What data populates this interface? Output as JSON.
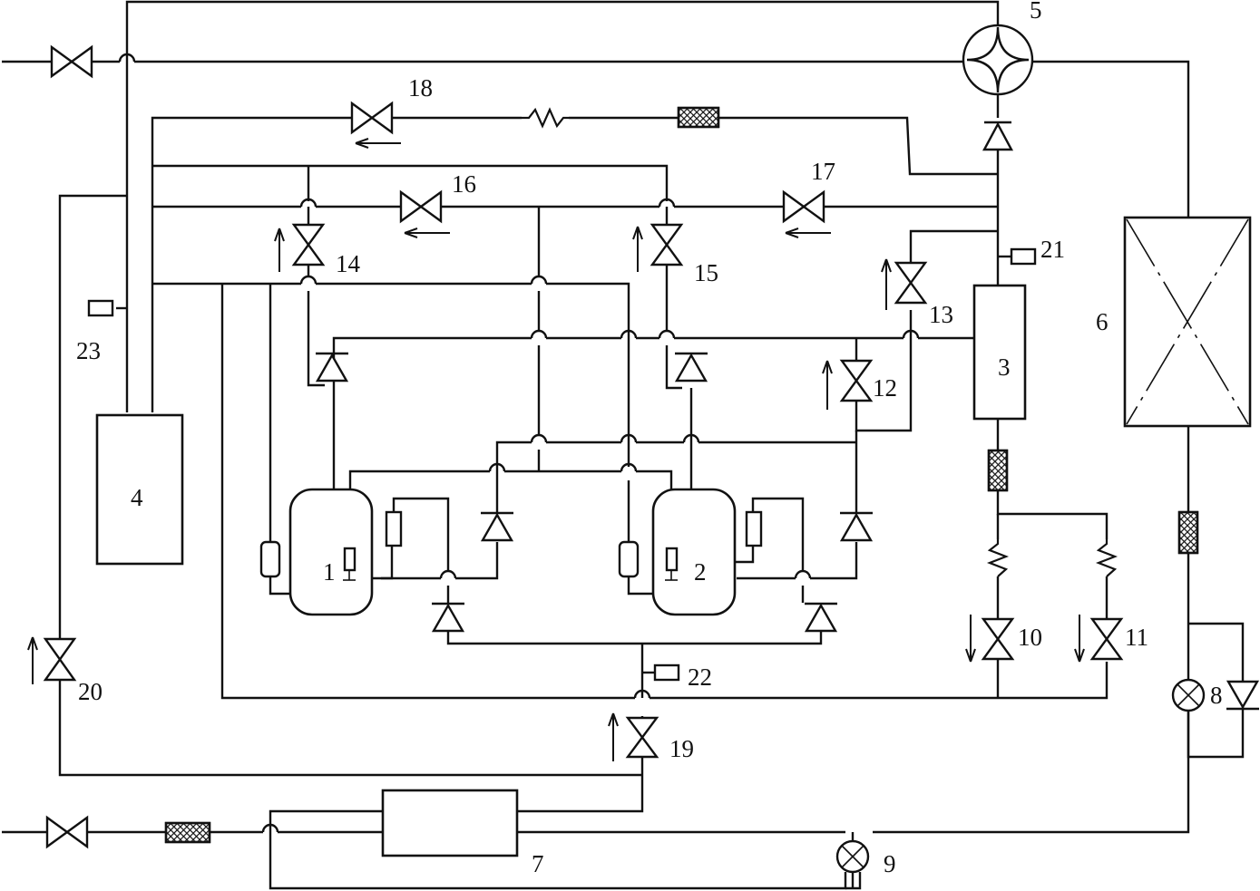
{
  "labels": {
    "c1": "1",
    "c2": "2",
    "c3": "3",
    "c4": "4",
    "c5": "5",
    "c6": "6",
    "c7": "7",
    "c8": "8",
    "c9": "9",
    "c10": "10",
    "c11": "11",
    "c12": "12",
    "c13": "13",
    "c14": "14",
    "c15": "15",
    "c16": "16",
    "c17": "17",
    "c18": "18",
    "c19": "19",
    "c20": "20",
    "c21": "21",
    "c22": "22",
    "c23": "23"
  },
  "colors": {
    "line": "#111111",
    "background": "#ffffff"
  }
}
